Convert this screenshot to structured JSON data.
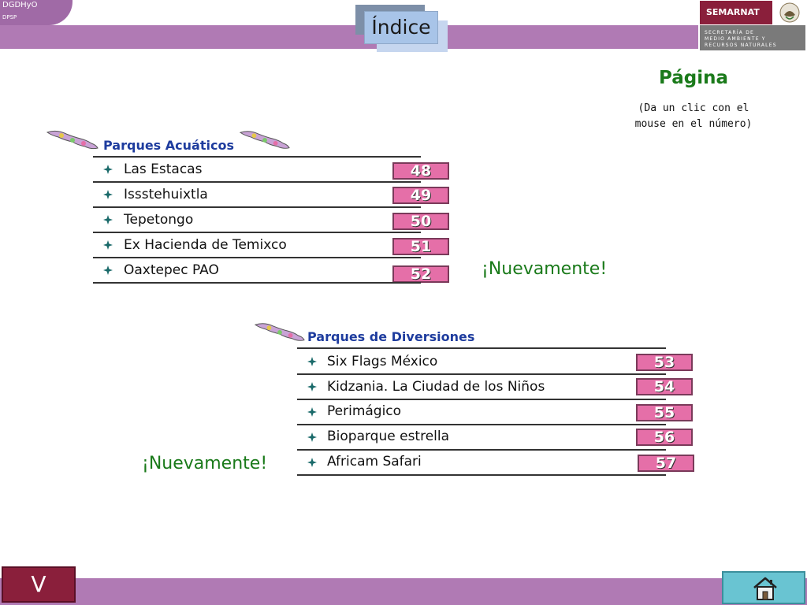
{
  "header": {
    "org_line1": "DGDHyO",
    "org_line2": "DPSP",
    "title": "Índice",
    "logo": {
      "brand": "SEMARNAT",
      "line1": "SECRETARÍA DE",
      "line2": "MEDIO AMBIENTE Y",
      "line3": "RECURSOS NATURALES"
    }
  },
  "info": {
    "page_heading": "Página",
    "instruction_line1": "(Da un clic con el",
    "instruction_line2": "mouse en el número)"
  },
  "sections": [
    {
      "title": "Parques Acuáticos",
      "items": [
        {
          "label": "Las Estacas",
          "page": "48"
        },
        {
          "label": "Issstehuixtla",
          "page": "49"
        },
        {
          "label": "Tepetongo",
          "page": "50"
        },
        {
          "label": "Ex Hacienda de Temixco",
          "page": "51"
        },
        {
          "label": "Oaxtepec PAO",
          "page": "52"
        }
      ],
      "again": "¡Nuevamente!"
    },
    {
      "title": "Parques de Diversiones",
      "items": [
        {
          "label": "Six Flags México",
          "page": "53"
        },
        {
          "label": "Kidzania. La Ciudad de los Niños",
          "page": "54"
        },
        {
          "label": "Perimágico",
          "page": "55"
        },
        {
          "label": "Bioparque estrella",
          "page": "56"
        },
        {
          "label": "Africam Safari",
          "page": "57"
        }
      ],
      "again": "¡Nuevamente!"
    }
  ],
  "footer": {
    "v_label": "V",
    "home_icon": "home-icon"
  },
  "colors": {
    "band": "#b07ab4",
    "accent_green": "#1a7a1a",
    "page_button": "#e56fa8",
    "section_title": "#1e3c9e",
    "v_button": "#8a1f3b",
    "home_button": "#69c4d2"
  }
}
